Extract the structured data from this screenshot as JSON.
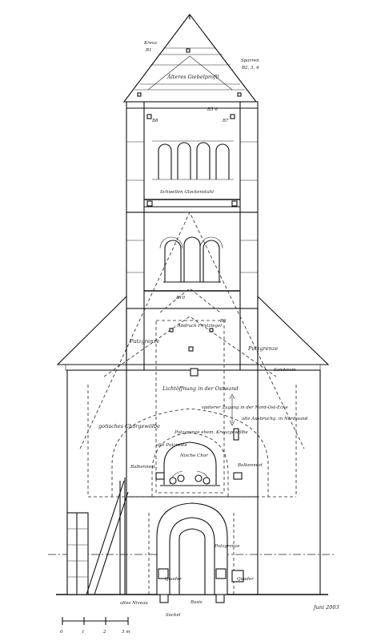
{
  "labels": {
    "kreuz": "Kreuz",
    "b1": "B1",
    "sparren": "Sparren",
    "sparren_nr": "B2, 3, 4",
    "giebelprofil": "Älteres Giebelprofil",
    "b56": "B5 6",
    "b8": "B8",
    "b7": "B7",
    "glockenstuhl": "Schwellen Glockenstuhl",
    "b10": "B10",
    "b9": "B9",
    "abdruck": "Abdruck Firstziegel",
    "putzgrenze_l": "Putzgrenze",
    "putzgrenze_r": "Putzgrenze",
    "sandstein": "Sandstein",
    "lichtoeffnung": "Lichtöffnung in der Ostwand",
    "zugang": "späterer Zugang in der Nord-Ost-Ecke",
    "gewoelbe": "gotisches Chorgewölbe",
    "putzgrenze_kreuz": "Putzgrenze ehem. Kreuzgewölbe",
    "alte_putzreste": "alte Putzreste",
    "ausbruch": "alte Ausbruchg. in Nordwand",
    "nische": "Nische Chor",
    "balkennest_l": "Balkennest",
    "balkennest_r": "Balkennest",
    "putzgrenze_unten": "Putzgrenze",
    "quader_l": "Quader",
    "quader_r": "Quader",
    "altes_niveau": "altes Niveau",
    "sockel": "Sockel",
    "basis": "Basis",
    "signatur": "Juni 2003",
    "scale": [
      "0",
      "1",
      "2",
      "3 m"
    ]
  },
  "colors": {
    "ink": "#111111",
    "paper": "#ffffff"
  }
}
